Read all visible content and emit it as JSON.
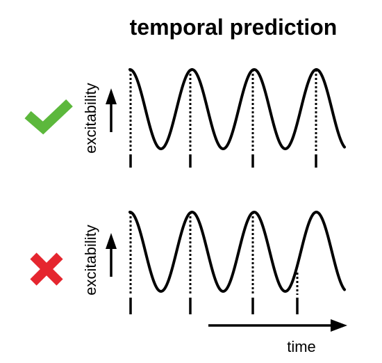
{
  "title": "temporal prediction",
  "panels": [
    {
      "status": "correct",
      "status_icon": "checkmark-icon",
      "status_color": "#5cb83c",
      "y_label": "excitability"
    },
    {
      "status": "incorrect",
      "status_icon": "cross-icon",
      "status_color": "#e5262f",
      "y_label": "excitability"
    }
  ],
  "x_label": "time"
}
